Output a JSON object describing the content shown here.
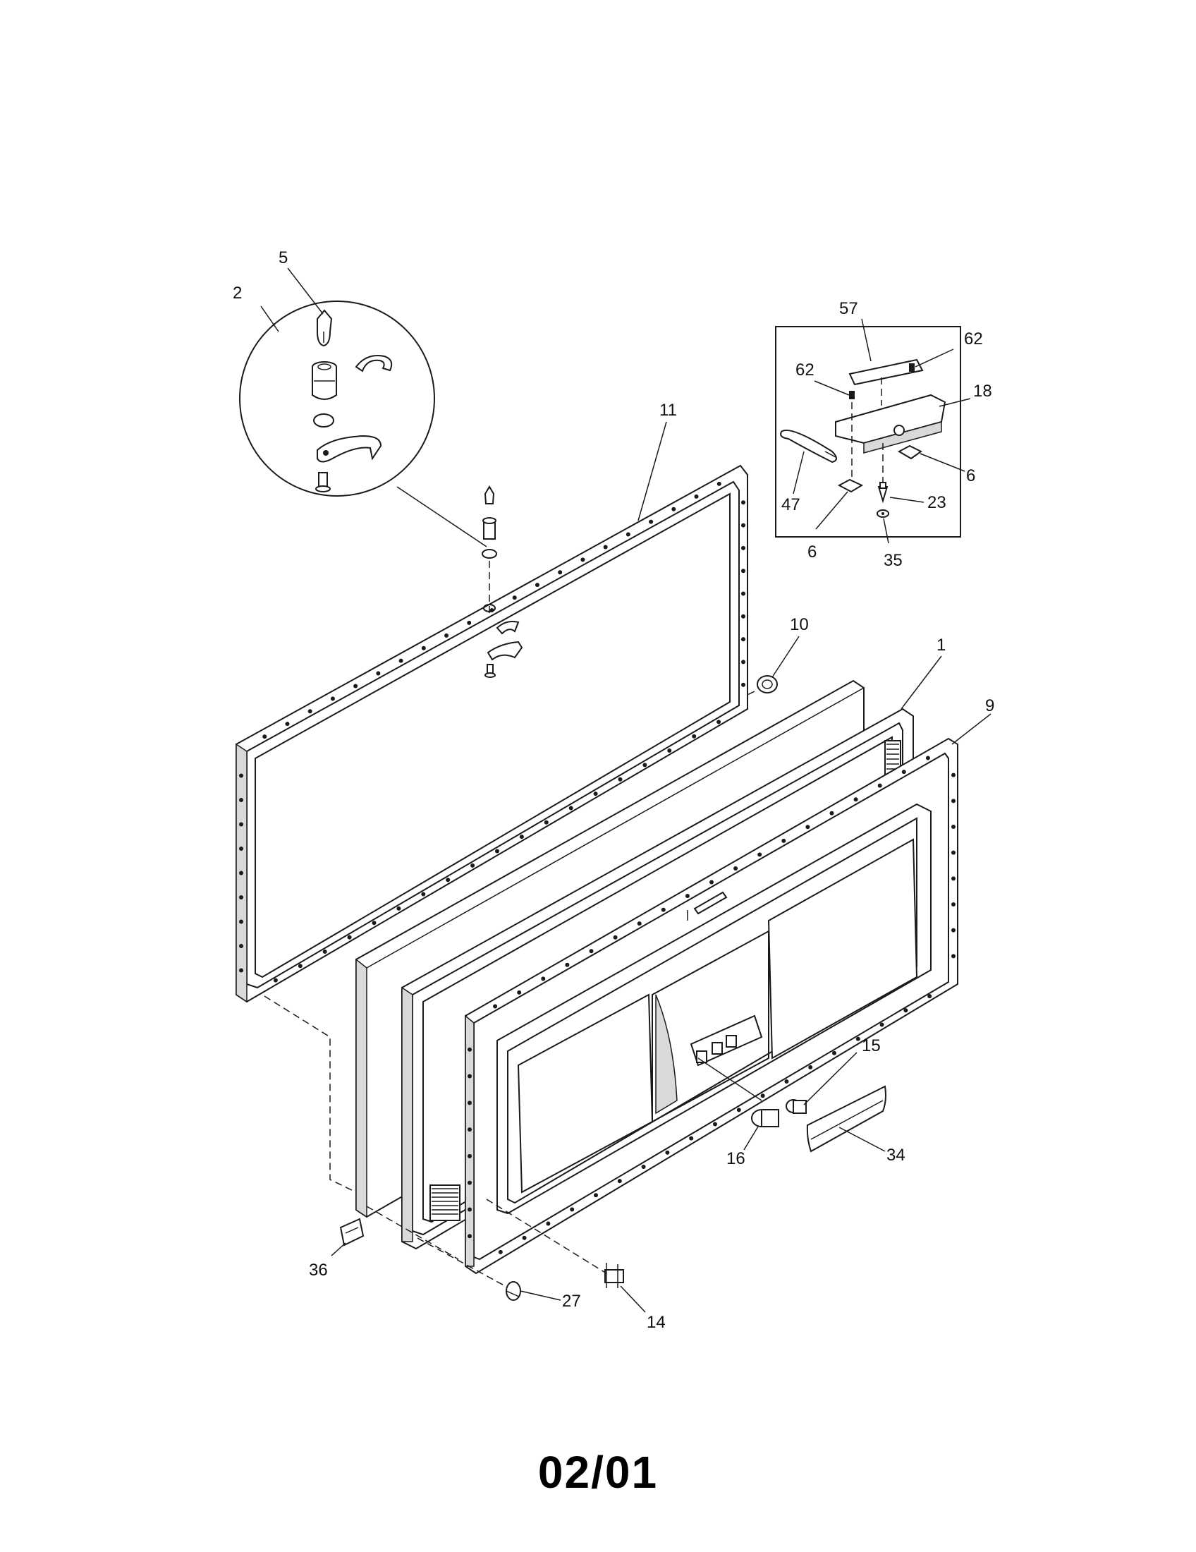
{
  "labels": {
    "p1": "1",
    "p2": "2",
    "p5": "5",
    "p6a": "6",
    "p6b": "6",
    "p9": "9",
    "p10": "10",
    "p11": "11",
    "p14": "14",
    "p15": "15",
    "p16": "16",
    "p18": "18",
    "p23": "23",
    "p27": "27",
    "p34": "34",
    "p35": "35",
    "p36": "36",
    "p47": "47",
    "p57": "57",
    "p62a": "62",
    "p62b": "62"
  },
  "footer": {
    "code": "02/01"
  }
}
